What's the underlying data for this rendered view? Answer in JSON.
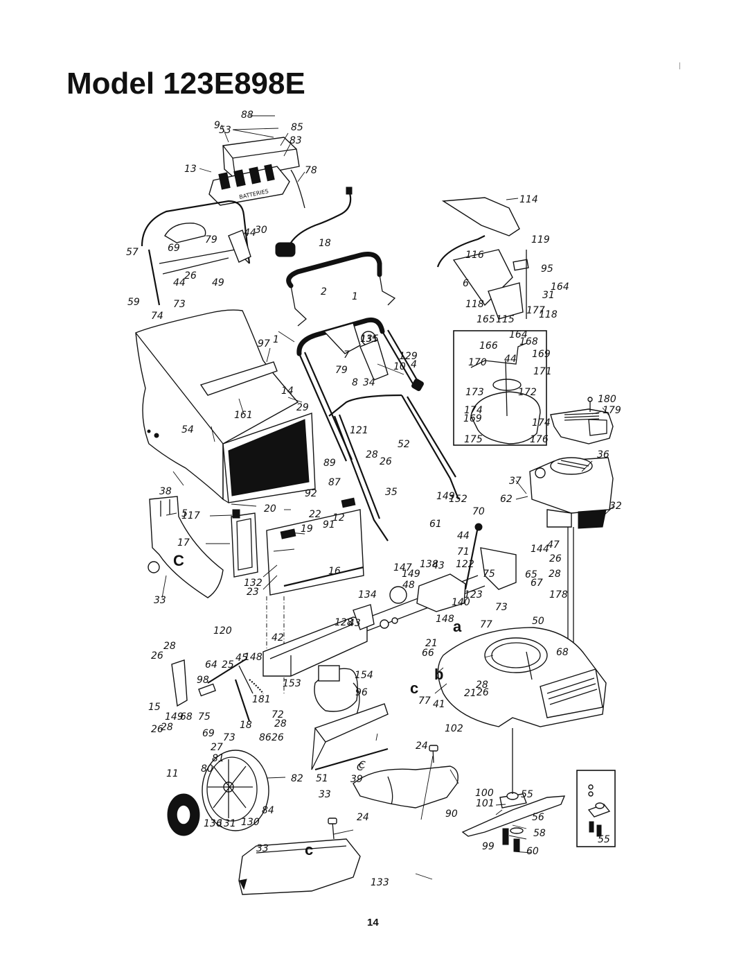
{
  "title": "Model 123E898E",
  "page_number": "14",
  "callout_letters": [
    "a",
    "b",
    "c",
    "C"
  ],
  "components": [
    "battery-box",
    "battery-pack",
    "charger-cord",
    "upper-handle-with-controls",
    "starter-handle",
    "upper-handle",
    "grass-catcher-bag",
    "catcher-frame",
    "rear-deflector",
    "rear-door",
    "door-hinge-bracket",
    "lower-handle",
    "height-adjust-lever",
    "rear-axle-assembly",
    "chassis-housing",
    "starter-motor",
    "engine",
    "blower-housing-cover",
    "starter-cup-inset",
    "throttle-control-bracket",
    "mower-deck",
    "discharge-chute",
    "side-discharge-deflector",
    "rear-wheel",
    "hubcap",
    "blade",
    "blade-adapter",
    "blade-adapter-inset",
    "baffle-plate",
    "drive-control-inset"
  ],
  "labels": [
    {
      "id": "88",
      "text": "88"
    },
    {
      "id": "9",
      "text": "9"
    },
    {
      "id": "53",
      "text": "53"
    },
    {
      "id": "85",
      "text": "85"
    },
    {
      "id": "83",
      "text": "83"
    },
    {
      "id": "13",
      "text": "13"
    },
    {
      "id": "78",
      "text": "78"
    },
    {
      "id": "44a",
      "text": "44"
    },
    {
      "id": "30",
      "text": "30"
    },
    {
      "id": "18",
      "text": "18"
    },
    {
      "id": "57",
      "text": "57"
    },
    {
      "id": "79a",
      "text": "79"
    },
    {
      "id": "69a",
      "text": "69"
    },
    {
      "id": "26a",
      "text": "26"
    },
    {
      "id": "44b",
      "text": "44"
    },
    {
      "id": "49",
      "text": "49"
    },
    {
      "id": "59",
      "text": "59"
    },
    {
      "id": "73a",
      "text": "73"
    },
    {
      "id": "74",
      "text": "74"
    },
    {
      "id": "2",
      "text": "2"
    },
    {
      "id": "1a",
      "text": "1"
    },
    {
      "id": "114",
      "text": "114"
    },
    {
      "id": "119",
      "text": "119"
    },
    {
      "id": "116",
      "text": "116"
    },
    {
      "id": "95",
      "text": "95"
    },
    {
      "id": "6",
      "text": "6"
    },
    {
      "id": "164a",
      "text": "164"
    },
    {
      "id": "31",
      "text": "31"
    },
    {
      "id": "118a",
      "text": "118"
    },
    {
      "id": "177",
      "text": "177"
    },
    {
      "id": "118b",
      "text": "118"
    },
    {
      "id": "165",
      "text": "165"
    },
    {
      "id": "115",
      "text": "115"
    },
    {
      "id": "135",
      "text": "135"
    },
    {
      "id": "10",
      "text": "10"
    },
    {
      "id": "4",
      "text": "4"
    },
    {
      "id": "97",
      "text": "97"
    },
    {
      "id": "1b",
      "text": "1"
    },
    {
      "id": "7",
      "text": "7"
    },
    {
      "id": "129",
      "text": "129"
    },
    {
      "id": "79b",
      "text": "79"
    },
    {
      "id": "8",
      "text": "8"
    },
    {
      "id": "34",
      "text": "34"
    },
    {
      "id": "14",
      "text": "14"
    },
    {
      "id": "29",
      "text": "29"
    },
    {
      "id": "161",
      "text": "161"
    },
    {
      "id": "54",
      "text": "54"
    },
    {
      "id": "121",
      "text": "121"
    },
    {
      "id": "89",
      "text": "89"
    },
    {
      "id": "52",
      "text": "52"
    },
    {
      "id": "28a",
      "text": "28"
    },
    {
      "id": "26b",
      "text": "26"
    },
    {
      "id": "164b",
      "text": "164"
    },
    {
      "id": "166",
      "text": "166"
    },
    {
      "id": "168",
      "text": "168"
    },
    {
      "id": "169a",
      "text": "169"
    },
    {
      "id": "170",
      "text": "170"
    },
    {
      "id": "44c",
      "text": "44"
    },
    {
      "id": "171",
      "text": "171"
    },
    {
      "id": "173",
      "text": "173"
    },
    {
      "id": "172",
      "text": "172"
    },
    {
      "id": "174a",
      "text": "174"
    },
    {
      "id": "169b",
      "text": "169"
    },
    {
      "id": "174b",
      "text": "174"
    },
    {
      "id": "175",
      "text": "175"
    },
    {
      "id": "176",
      "text": "176"
    },
    {
      "id": "180",
      "text": "180"
    },
    {
      "id": "179",
      "text": "179"
    },
    {
      "id": "36",
      "text": "36"
    },
    {
      "id": "37",
      "text": "37"
    },
    {
      "id": "62",
      "text": "62"
    },
    {
      "id": "32",
      "text": "32"
    },
    {
      "id": "38",
      "text": "38"
    },
    {
      "id": "5",
      "text": "5"
    },
    {
      "id": "117",
      "text": "117"
    },
    {
      "id": "92",
      "text": "92"
    },
    {
      "id": "87",
      "text": "87"
    },
    {
      "id": "35",
      "text": "35"
    },
    {
      "id": "20",
      "text": "20"
    },
    {
      "id": "22",
      "text": "22"
    },
    {
      "id": "12",
      "text": "12"
    },
    {
      "id": "17",
      "text": "17"
    },
    {
      "id": "19",
      "text": "19"
    },
    {
      "id": "91",
      "text": "91"
    },
    {
      "id": "149a",
      "text": "149"
    },
    {
      "id": "152",
      "text": "152"
    },
    {
      "id": "70",
      "text": "70"
    },
    {
      "id": "61",
      "text": "61"
    },
    {
      "id": "44d",
      "text": "44"
    },
    {
      "id": "71",
      "text": "71"
    },
    {
      "id": "144",
      "text": "144"
    },
    {
      "id": "47",
      "text": "47"
    },
    {
      "id": "26c",
      "text": "26"
    },
    {
      "id": "28b",
      "text": "28"
    },
    {
      "id": "132",
      "text": "132"
    },
    {
      "id": "23",
      "text": "23"
    },
    {
      "id": "16",
      "text": "16"
    },
    {
      "id": "138",
      "text": "138"
    },
    {
      "id": "147",
      "text": "147"
    },
    {
      "id": "149b",
      "text": "149"
    },
    {
      "id": "43a",
      "text": "43"
    },
    {
      "id": "122",
      "text": "122"
    },
    {
      "id": "48",
      "text": "48"
    },
    {
      "id": "65",
      "text": "65"
    },
    {
      "id": "75a",
      "text": "75"
    },
    {
      "id": "67",
      "text": "67"
    },
    {
      "id": "178",
      "text": "178"
    },
    {
      "id": "33a",
      "text": "33"
    },
    {
      "id": "134",
      "text": "134"
    },
    {
      "id": "123",
      "text": "123"
    },
    {
      "id": "140",
      "text": "140"
    },
    {
      "id": "148a",
      "text": "148"
    },
    {
      "id": "73b",
      "text": "73"
    },
    {
      "id": "128",
      "text": "128"
    },
    {
      "id": "43b",
      "text": "43"
    },
    {
      "id": "77a",
      "text": "77"
    },
    {
      "id": "50",
      "text": "50"
    },
    {
      "id": "120",
      "text": "120"
    },
    {
      "id": "28c",
      "text": "28"
    },
    {
      "id": "26d",
      "text": "26"
    },
    {
      "id": "42",
      "text": "42"
    },
    {
      "id": "21a",
      "text": "21"
    },
    {
      "id": "66",
      "text": "66"
    },
    {
      "id": "68a",
      "text": "68"
    },
    {
      "id": "45",
      "text": "45"
    },
    {
      "id": "148b",
      "text": "148"
    },
    {
      "id": "64",
      "text": "64"
    },
    {
      "id": "25",
      "text": "25"
    },
    {
      "id": "98",
      "text": "98"
    },
    {
      "id": "153",
      "text": "153"
    },
    {
      "id": "154",
      "text": "154"
    },
    {
      "id": "96",
      "text": "96"
    },
    {
      "id": "28d",
      "text": "28"
    },
    {
      "id": "21b",
      "text": "21"
    },
    {
      "id": "26e",
      "text": "26"
    },
    {
      "id": "77b",
      "text": "77"
    },
    {
      "id": "41",
      "text": "41"
    },
    {
      "id": "15",
      "text": "15"
    },
    {
      "id": "181",
      "text": "181"
    },
    {
      "id": "72",
      "text": "72"
    },
    {
      "id": "149c",
      "text": "149"
    },
    {
      "id": "68b",
      "text": "68"
    },
    {
      "id": "75b",
      "text": "75"
    },
    {
      "id": "28e",
      "text": "28"
    },
    {
      "id": "18b",
      "text": "18"
    },
    {
      "id": "26f",
      "text": "26"
    },
    {
      "id": "28f",
      "text": "28"
    },
    {
      "id": "69b",
      "text": "69"
    },
    {
      "id": "73c",
      "text": "73"
    },
    {
      "id": "86",
      "text": "86"
    },
    {
      "id": "26g",
      "text": "26"
    },
    {
      "id": "102",
      "text": "102"
    },
    {
      "id": "27",
      "text": "27"
    },
    {
      "id": "24a",
      "text": "24"
    },
    {
      "id": "81",
      "text": "81"
    },
    {
      "id": "80",
      "text": "80"
    },
    {
      "id": "11",
      "text": "11"
    },
    {
      "id": "82",
      "text": "82"
    },
    {
      "id": "51",
      "text": "51"
    },
    {
      "id": "39",
      "text": "39"
    },
    {
      "id": "C1",
      "text": "C"
    },
    {
      "id": "84",
      "text": "84"
    },
    {
      "id": "33b",
      "text": "33"
    },
    {
      "id": "90",
      "text": "90"
    },
    {
      "id": "100",
      "text": "100"
    },
    {
      "id": "55a",
      "text": "55"
    },
    {
      "id": "101",
      "text": "101"
    },
    {
      "id": "56",
      "text": "56"
    },
    {
      "id": "136",
      "text": "136"
    },
    {
      "id": "131",
      "text": "131"
    },
    {
      "id": "130",
      "text": "130"
    },
    {
      "id": "24b",
      "text": "24"
    },
    {
      "id": "58",
      "text": "58"
    },
    {
      "id": "99",
      "text": "99"
    },
    {
      "id": "60",
      "text": "60"
    },
    {
      "id": "33c",
      "text": "33"
    },
    {
      "id": "133",
      "text": "133"
    },
    {
      "id": "55b",
      "text": "55"
    },
    {
      "id": "C2",
      "text": "C"
    }
  ],
  "big_labels": [
    {
      "id": "a",
      "text": "a"
    },
    {
      "id": "b",
      "text": "b"
    },
    {
      "id": "c1",
      "text": "c"
    },
    {
      "id": "c2",
      "text": "c"
    },
    {
      "id": "C3",
      "text": "C"
    }
  ]
}
